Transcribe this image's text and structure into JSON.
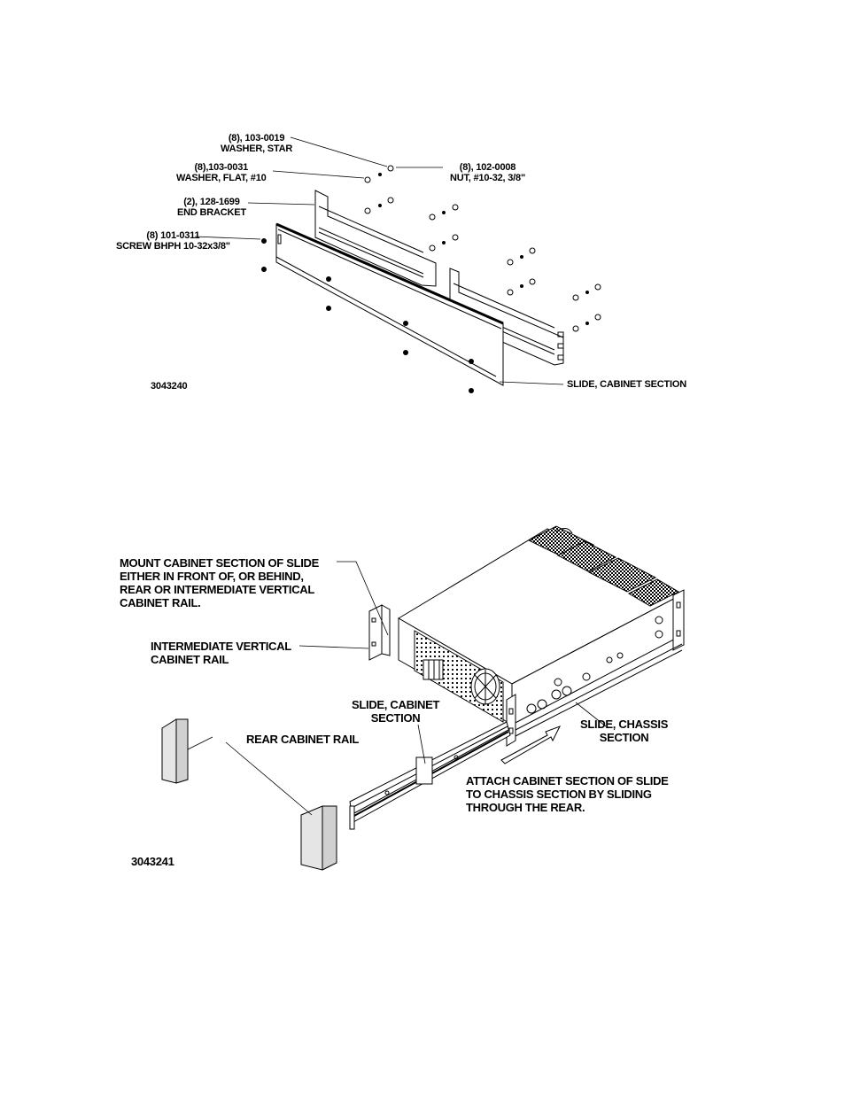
{
  "figure1": {
    "washer_star": "(8), 103-0019\nWASHER, STAR",
    "washer_flat": "(8),103-0031\nWASHER, FLAT, #10",
    "nut": "(8), 102-0008\nNUT, #10-32, 3/8\"",
    "end_bracket": "(2), 128-1699\nEND BRACKET",
    "screw": "(8) 101-0311\nSCREW BHPH 10-32x3/8\"",
    "slide_cabinet": "SLIDE, CABINET SECTION",
    "drawing_number": "3043240"
  },
  "figure2": {
    "mount_note": "MOUNT CABINET SECTION OF SLIDE\nEITHER IN FRONT OF, OR BEHIND,\nREAR OR INTERMEDIATE VERTICAL\nCABINET RAIL.",
    "intermediate_rail": "INTERMEDIATE VERTICAL\nCABINET RAIL",
    "slide_cabinet": "SLIDE, CABINET\nSECTION",
    "rear_rail": "REAR CABINET RAIL",
    "slide_chassis": "SLIDE, CHASSIS\nSECTION",
    "attach_note": "ATTACH CABINET SECTION OF SLIDE\nTO CHASSIS SECTION BY SLIDING\nTHROUGH THE REAR.",
    "drawing_number": "3043241"
  }
}
